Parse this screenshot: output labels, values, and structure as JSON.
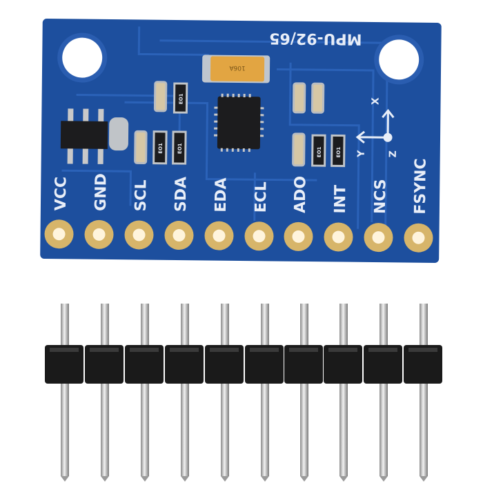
{
  "board": {
    "title": "MPU-92/65",
    "pins": [
      "VCC",
      "GND",
      "SCL",
      "SDA",
      "EDA",
      "ECL",
      "ADO",
      "INT",
      "NCS",
      "FSYNC"
    ],
    "axes": {
      "x": "X",
      "y": "Y",
      "z": "Z"
    },
    "resistor_marking": "EO1",
    "capacitor_marking": "106A",
    "colors": {
      "pcb": "#1d4f9e",
      "trace": "#2a5fb4",
      "gold": "#d7b56a",
      "chip": "#1c1c1e",
      "capacitor": "#e2a542"
    }
  },
  "header": {
    "pin_count": 10,
    "colors": {
      "plastic": "#1a1a1a",
      "pin": "#c9c9c9"
    }
  }
}
